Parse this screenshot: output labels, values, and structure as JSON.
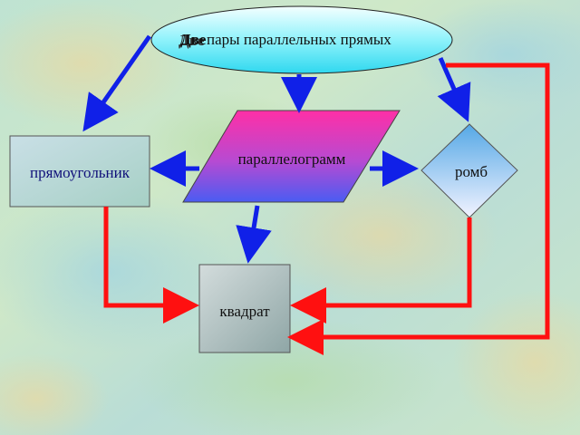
{
  "title": {
    "overlap_word": "Две",
    "rest": "пары параллельных прямых"
  },
  "nodes": {
    "parallelogram": "параллелограмм",
    "rectangle": "прямоугольник",
    "rhombus": "ромб",
    "square": "квадрат"
  },
  "colors": {
    "blue_arrow": "#1020e8",
    "red_connector": "#ff1010",
    "text": "#111111",
    "rectangle_text": "#10107a"
  }
}
